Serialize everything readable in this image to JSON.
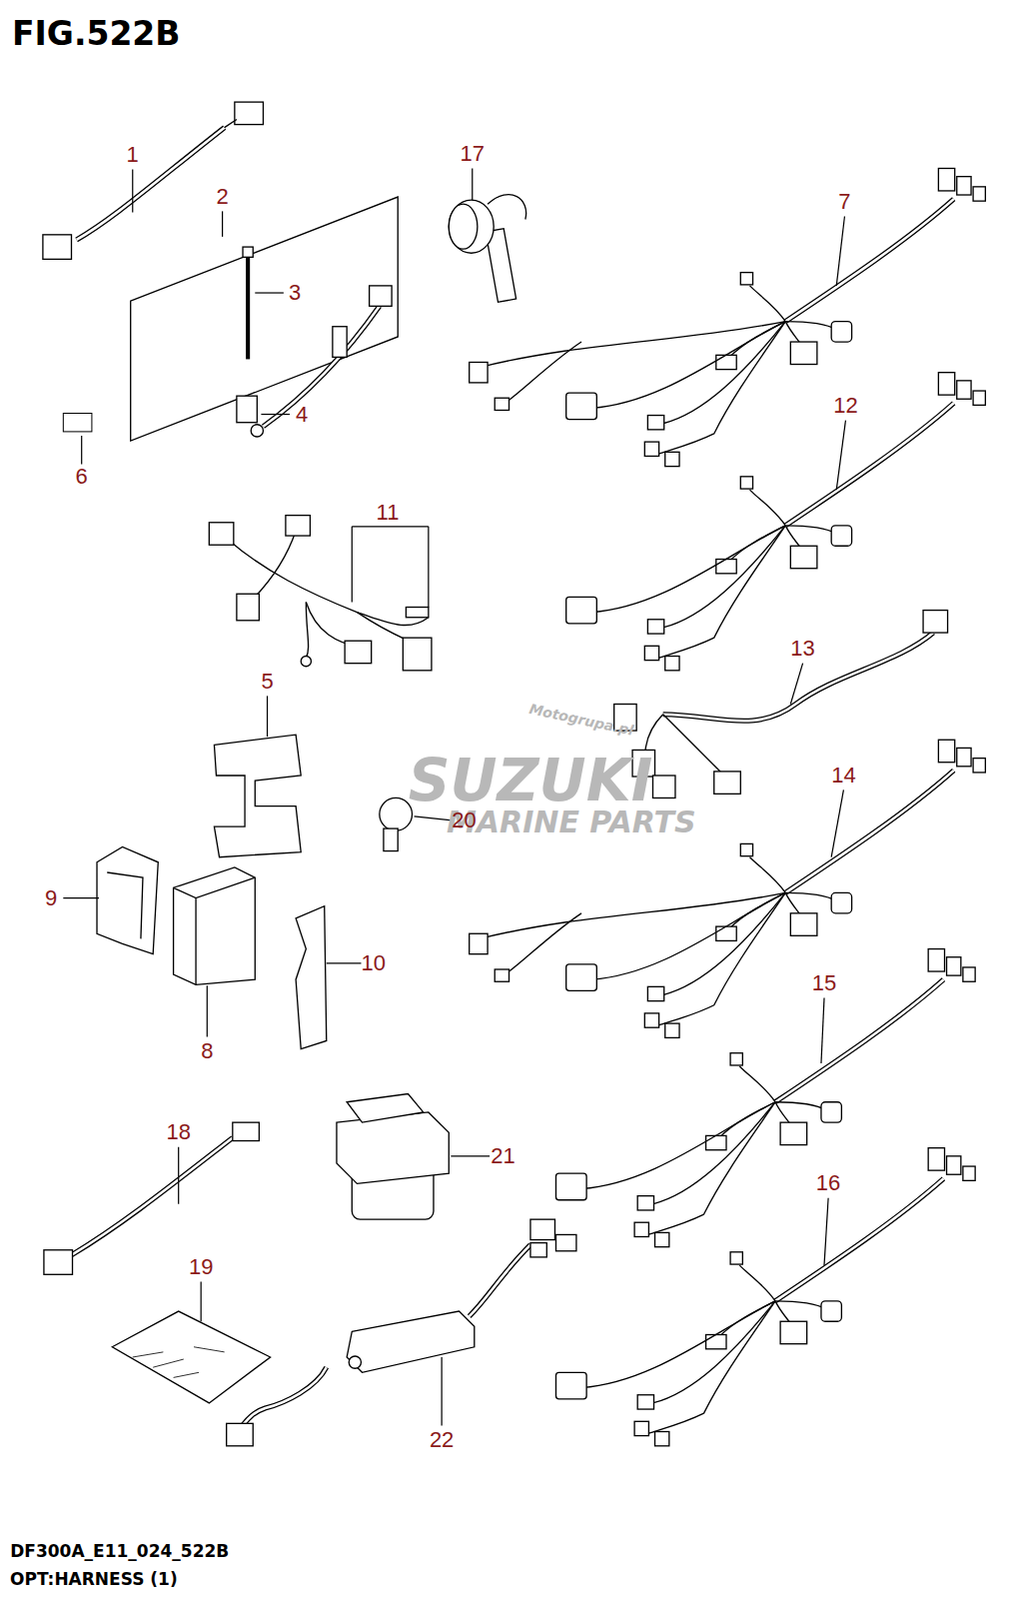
{
  "diagram": {
    "title": "FIG.522B",
    "caption": "OPT:HARNESS (1)",
    "labels": [
      "1",
      "17",
      "7",
      "2",
      "3",
      "4",
      "6",
      "12",
      "11",
      "13",
      "Motogrupa.pl",
      "5",
      "SUZUKI",
      "MARINE PARTS",
      "20",
      "14",
      "9",
      "10",
      "8",
      "15",
      "18",
      "21",
      "19",
      "16",
      "22",
      "DF300A_E11_024_522B"
    ]
  }
}
